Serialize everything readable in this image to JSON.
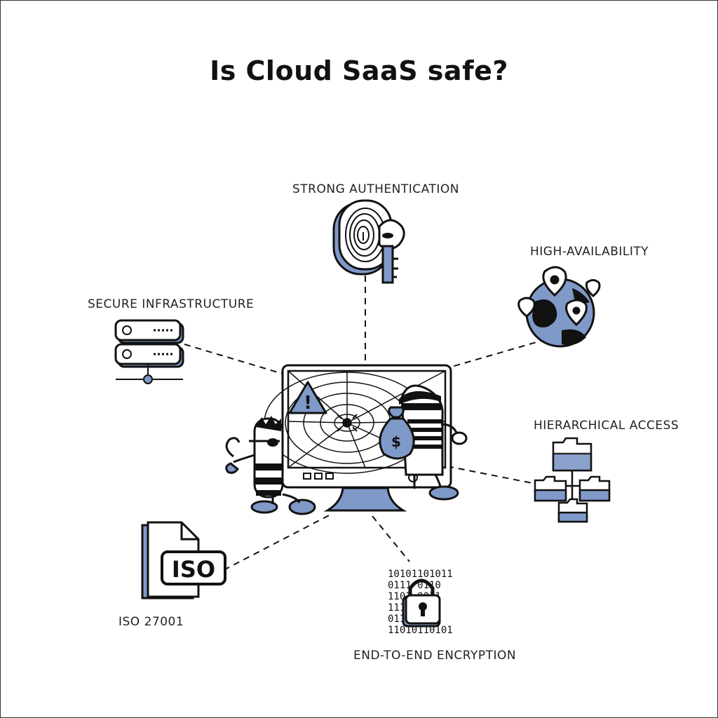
{
  "title": "Is Cloud SaaS safe?",
  "labels": {
    "strong_authentication": "STRONG AUTHENTICATION",
    "high_availability": "HIGH-AVAILABILITY",
    "secure_infrastructure": "SECURE INFRASTRUCTURE",
    "hierarchical_access": "HIERARCHICAL ACCESS",
    "iso_27001": "ISO 27001",
    "end_to_end_encryption": "END-TO-END ENCRYPTION"
  },
  "badges": {
    "iso": "ISO",
    "currency": "$",
    "warning": "!"
  },
  "binary_rows": [
    "10101101011",
    "0111   0110",
    "1101   0011",
    "1110   1101",
    "011   0110",
    "11010110101"
  ],
  "colors": {
    "accent": "#7f99c8",
    "ink": "#111111"
  },
  "icons": [
    "fingerprint-icon",
    "key-icon",
    "globe-pin-icon",
    "server-icon",
    "folder-tree-icon",
    "iso-document-icon",
    "padlock-icon",
    "monitor-icon",
    "spider-web-icon",
    "warning-icon",
    "money-bag-icon"
  ]
}
